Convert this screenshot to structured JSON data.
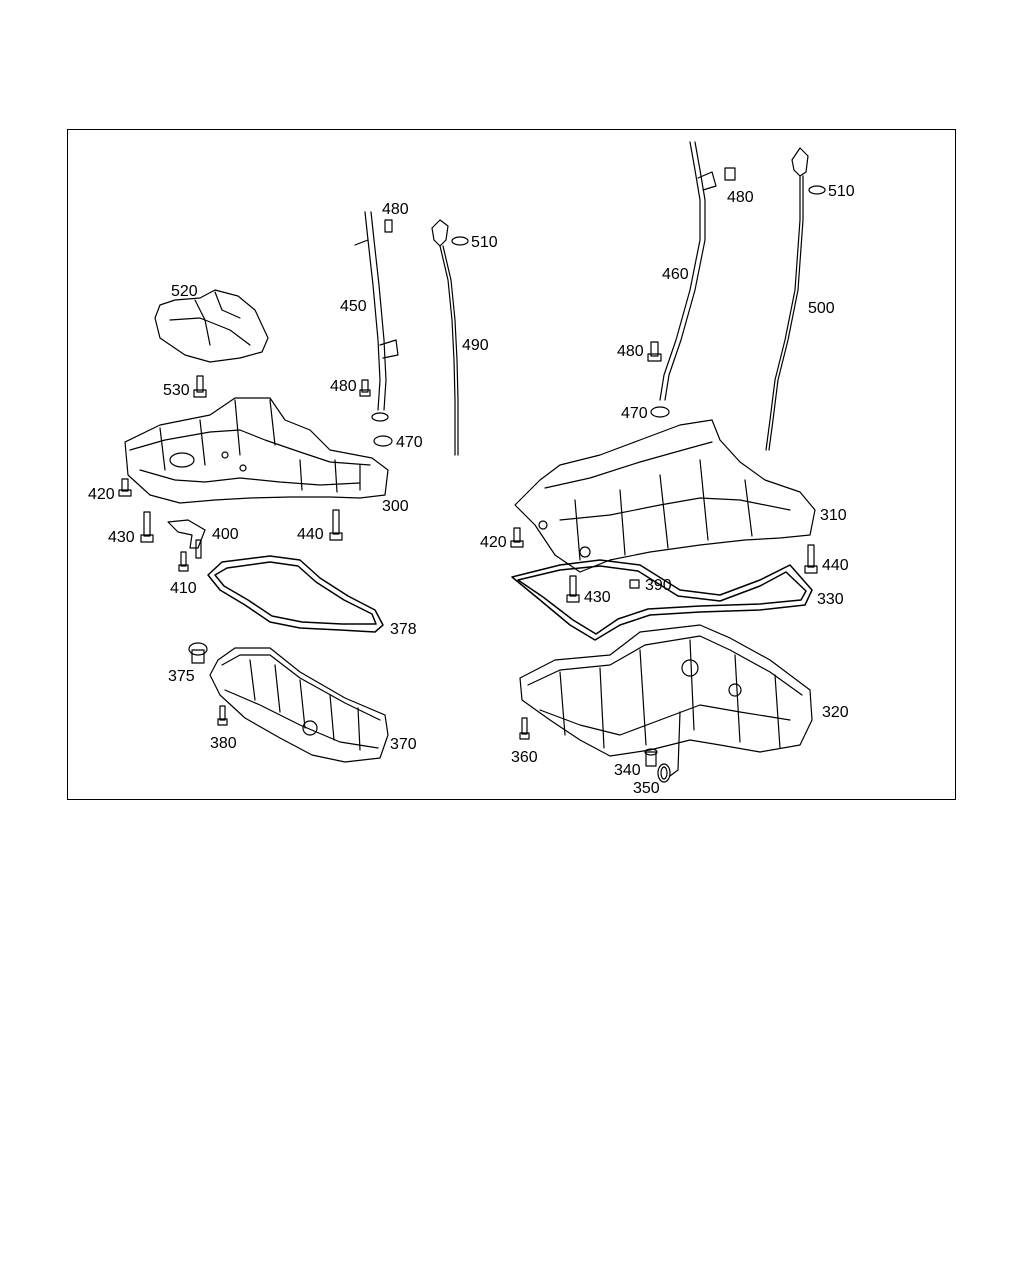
{
  "callouts": {
    "c300": "300",
    "c310": "310",
    "c320": "320",
    "c330": "330",
    "c340": "340",
    "c350": "350",
    "c360": "360",
    "c370": "370",
    "c375": "375",
    "c378": "378",
    "c380": "380",
    "c390": "390",
    "c400": "400",
    "c410": "410",
    "c420a": "420",
    "c420b": "420",
    "c430a": "430",
    "c430b": "430",
    "c440a": "440",
    "c440b": "440",
    "c450": "450",
    "c460": "460",
    "c470a": "470",
    "c470b": "470",
    "c480a": "480",
    "c480b": "480",
    "c480c": "480",
    "c480d": "480",
    "c490": "490",
    "c500": "500",
    "c510a": "510",
    "c510b": "510",
    "c520": "520",
    "c530": "530"
  },
  "colors": {
    "line": "#000000",
    "background": "#ffffff"
  }
}
